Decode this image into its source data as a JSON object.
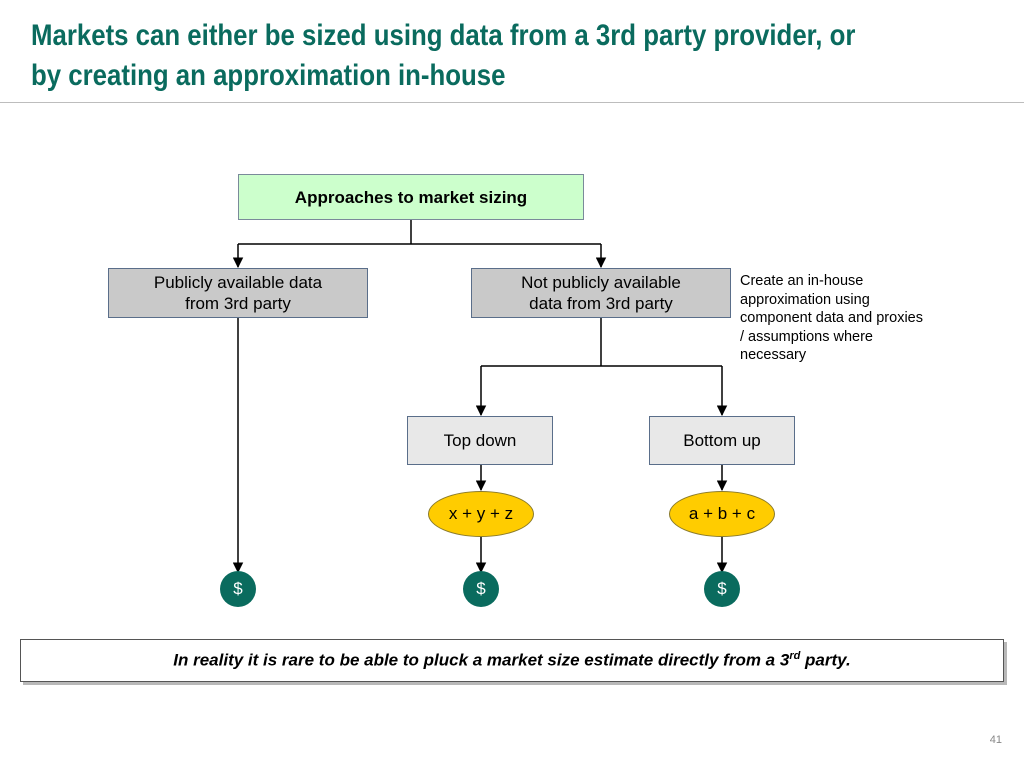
{
  "slide": {
    "title": "Markets can either be sized using data from a 3rd party provider, or by creating an approximation in-house",
    "page_number": "41"
  },
  "diagram": {
    "root": "Approaches to market sizing",
    "left_branch": {
      "line1": "Publicly available data",
      "line2": "from 3rd party",
      "result": "$"
    },
    "right_branch": {
      "line1": "Not publicly available",
      "line2": "data from 3rd party",
      "note": "Create an in-house approximation using component data and proxies / assumptions where necessary",
      "top_down": {
        "label": "Top down",
        "formula": "x + y + z",
        "result": "$"
      },
      "bottom_up": {
        "label": "Bottom up",
        "formula": "a + b + c",
        "result": "$"
      }
    }
  },
  "callout": {
    "text_before": "In reality it is rare to be able to pluck a market size estimate directly from a 3",
    "superscript": "rd",
    "text_after": " party."
  },
  "colors": {
    "title": "#0a6b5e",
    "root_fill": "#ccffcc",
    "grey_fill": "#c9c9c9",
    "light_fill": "#e8e8e8",
    "formula_fill": "#ffcc00",
    "dollar_fill": "#0a6b5e"
  }
}
